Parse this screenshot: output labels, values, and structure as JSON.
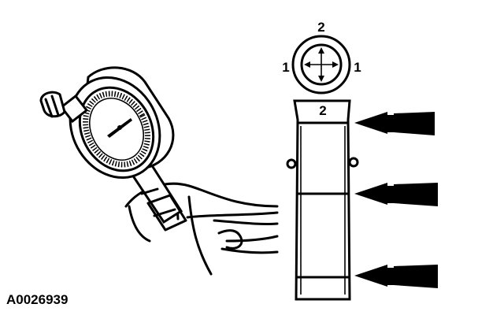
{
  "figure": {
    "id_code": "A0026939",
    "bore_view": {
      "label_top": "2",
      "label_left": "1",
      "label_right": "1"
    },
    "liner": {
      "label_top": "2"
    },
    "arrow_count": 3
  }
}
